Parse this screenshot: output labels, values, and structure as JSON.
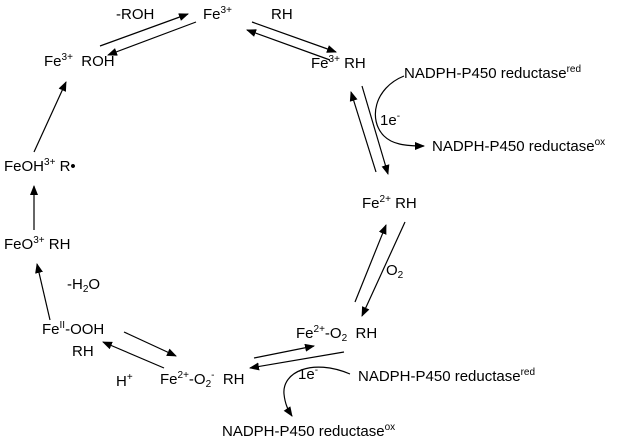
{
  "diagram": {
    "species": {
      "fe3_top": {
        "base": "Fe",
        "sup": "3+"
      },
      "fe3_rh": {
        "base": "Fe",
        "sup": "3+",
        "suffix": " RH"
      },
      "fe2_rh": {
        "base": "Fe",
        "sup": "2+",
        "suffix": " RH"
      },
      "fe2_o2_rh": {
        "base": "Fe",
        "sup": "2+",
        "mid": "-O",
        "sub": "2",
        "suffix": "  RH"
      },
      "fe2_o2minus_rh": {
        "base": "Fe",
        "sup": "2+",
        "mid": "-O",
        "sub": "2",
        "sup2": "-",
        "suffix": "  RH"
      },
      "feII_ooh": {
        "base": "Fe",
        "sup": "II",
        "suffix": "-OOH"
      },
      "feII_ooh_rh": "RH",
      "feo3_rh": {
        "base": "FeO",
        "sup": "3+",
        "suffix": " RH"
      },
      "feoh3_r": {
        "base": "FeOH",
        "sup": "3+",
        "suffix": " R•"
      },
      "fe3_roh": {
        "base": "Fe",
        "sup": "3+",
        "suffix": "  ROH"
      }
    },
    "conditions": {
      "minus_roh": "-ROH",
      "rh_top": "RH",
      "one_e_upper": "1e",
      "one_e_upper_sup": "-",
      "o2": "O",
      "o2_sub": "2",
      "one_e_lower": "1e",
      "one_e_lower_sup": "-",
      "h_plus": "H",
      "h_plus_sup": "+",
      "minus_h2o_pre": "-H",
      "minus_h2o_sub": "2",
      "minus_h2o_post": "O"
    },
    "reductase": {
      "red_upper": {
        "text": "NADPH-P450 reductase",
        "sup": "red"
      },
      "ox_upper": {
        "text": "NADPH-P450 reductase",
        "sup": "ox"
      },
      "red_lower": {
        "text": "NADPH-P450 reductase",
        "sup": "red"
      },
      "ox_lower": {
        "text": "NADPH-P450 reductase",
        "sup": "ox"
      }
    }
  }
}
